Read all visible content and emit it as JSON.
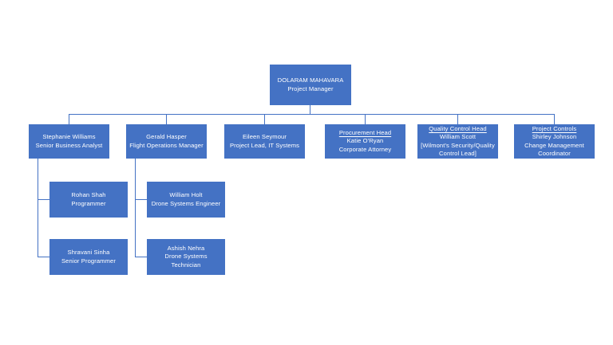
{
  "chart_data": {
    "type": "diagram",
    "subtype": "organization-chart",
    "title": "",
    "orientation": "top-down",
    "node_fill_color": "#4472C4",
    "node_text_color": "#FFFFFF",
    "connector_color": "#4472C4",
    "background_color": "#FFFFFF",
    "levels": 3,
    "nodes": [
      {
        "id": "root",
        "name": "DOLARAM MAHAVARA",
        "title": "Project Manager",
        "role_header": "",
        "note": "",
        "level": 0,
        "parent": null
      },
      {
        "id": "n1",
        "name": "Stephanie Williams",
        "title": "Senior Business Analyst",
        "role_header": "",
        "note": "",
        "level": 1,
        "parent": "root"
      },
      {
        "id": "n2",
        "name": "Gerald Hasper",
        "title": "Flight Operations Manager",
        "role_header": "",
        "note": "",
        "level": 1,
        "parent": "root"
      },
      {
        "id": "n3",
        "name": "Eileen Seymour",
        "title": "Project Lead, IT Systems",
        "role_header": "",
        "note": "",
        "level": 1,
        "parent": "root"
      },
      {
        "id": "n4",
        "name": "Katie O'Ryan",
        "title": "Corporate Attorney",
        "role_header": "Procurement Head",
        "note": "",
        "level": 1,
        "parent": "root"
      },
      {
        "id": "n5",
        "name": "William Scott",
        "title": "",
        "role_header": "Quality Control Head",
        "note": "[Wilmont's Security/Quality Control Lead]",
        "level": 1,
        "parent": "root"
      },
      {
        "id": "n6",
        "name": "Shirley Johnson",
        "title": "Change Management Coordinator",
        "role_header": "Project Controls",
        "note": "",
        "level": 1,
        "parent": "root"
      },
      {
        "id": "n1a",
        "name": "Rohan Shah",
        "title": "Programmer",
        "role_header": "",
        "note": "",
        "level": 2,
        "parent": "n1"
      },
      {
        "id": "n1b",
        "name": "Shravani Sinha",
        "title": "Senior Programmer",
        "role_header": "",
        "note": "",
        "level": 2,
        "parent": "n1"
      },
      {
        "id": "n2a",
        "name": "William Holt",
        "title": "Drone Systems Engineer",
        "role_header": "",
        "note": "",
        "level": 2,
        "parent": "n2"
      },
      {
        "id": "n2b",
        "name": "Ashish Nehra",
        "title": "Drone Systems Technician",
        "role_header": "",
        "note": "",
        "level": 2,
        "parent": "n2"
      }
    ]
  }
}
